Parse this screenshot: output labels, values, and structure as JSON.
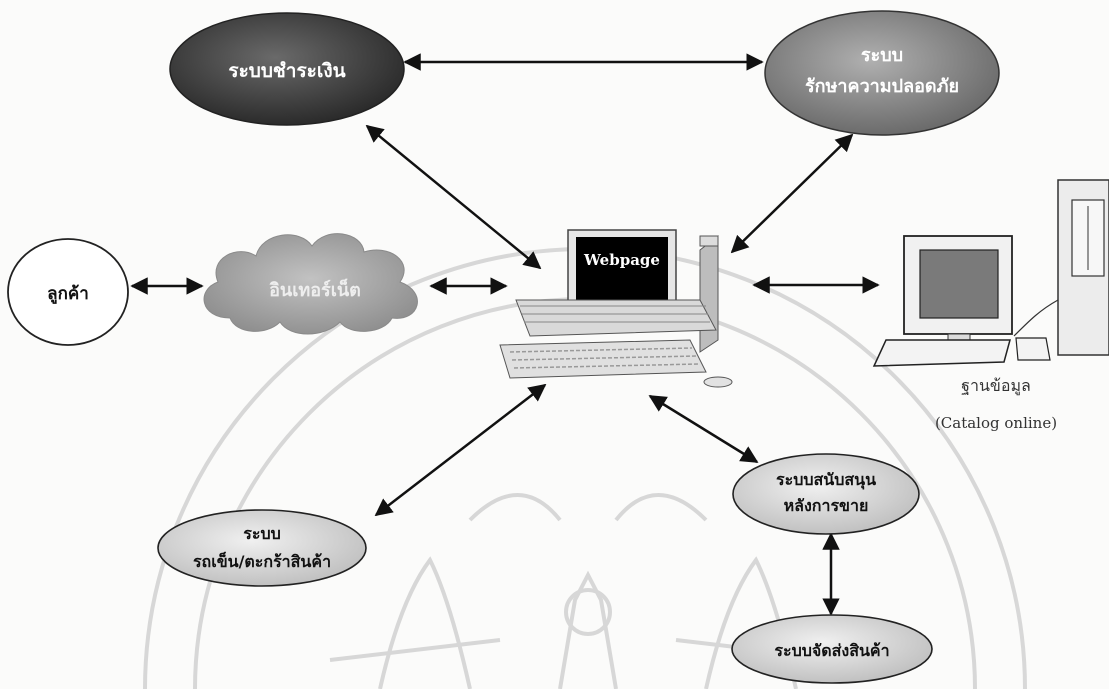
{
  "diagram": {
    "payment_system": "ระบบชำระเงิน",
    "security_system_line1": "ระบบ",
    "security_system_line2": "รักษาความปลอดภัย",
    "customer": "ลูกค้า",
    "internet": "อินเทอร์เน็ต",
    "webpage": "Webpage",
    "database_line1": "ฐานข้อมูล",
    "database_line2": "(Catalog online)",
    "support_system_line1": "ระบบสนับสนุน",
    "support_system_line2": "หลังการขาย",
    "cart_system_line1": "ระบบ",
    "cart_system_line2": "รถเข็น/ตะกร้าสินค้า",
    "delivery_system": "ระบบจัดส่งสินค้า"
  },
  "colors": {
    "ellipse_dark": "#4a4a4a",
    "ellipse_medium": "#8a8a8a",
    "ellipse_light": "#d6d6d6",
    "cloud": "#a6a6a6",
    "arrow": "#111111",
    "watermark": "#c9c9c9"
  }
}
